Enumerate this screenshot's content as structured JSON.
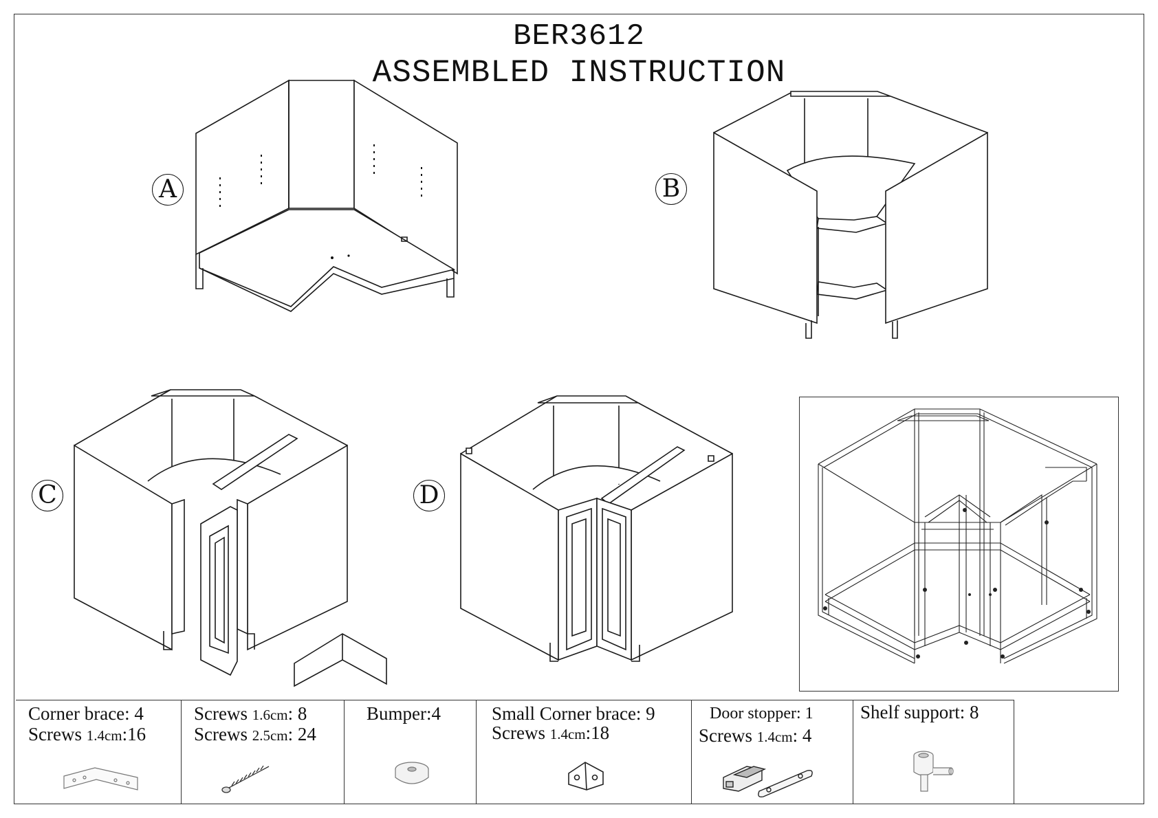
{
  "header": {
    "model": "BER3612",
    "title": "ASSEMBLED INSTRUCTION"
  },
  "steps": [
    {
      "id": "A",
      "label": "A"
    },
    {
      "id": "B",
      "label": "B"
    },
    {
      "id": "C",
      "label": "C"
    },
    {
      "id": "D",
      "label": "D"
    }
  ],
  "parts": [
    {
      "name": "corner-brace",
      "line1": {
        "text": "Corner brace: 4"
      },
      "line2": {
        "pre": "Screws ",
        "small": "1.4cm",
        "post": ":16"
      },
      "icon": "corner-brace-icon"
    },
    {
      "name": "screws",
      "line1": {
        "pre": "Screws ",
        "small": "1.6cm",
        "post": ": 8"
      },
      "line2": {
        "pre": "Screws ",
        "small": "2.5cm",
        "post": ": 24"
      },
      "icon": "screw-icon"
    },
    {
      "name": "bumper",
      "line1": {
        "text": "Bumper:4"
      },
      "icon": "bumper-icon"
    },
    {
      "name": "small-corner-brace",
      "line1": {
        "text": "Small Corner brace: 9"
      },
      "line2": {
        "pre": "Screws ",
        "small": "1.4cm",
        "post": ":18"
      },
      "icon": "small-corner-brace-icon"
    },
    {
      "name": "door-stopper",
      "line1": {
        "text": "Door stopper: 1"
      },
      "line2": {
        "pre": "Screws ",
        "small": "1.4cm",
        "post": ": 4"
      },
      "icon": "magnetic-catch-icon"
    },
    {
      "name": "shelf-support",
      "line1": {
        "text": "Shelf support: 8"
      },
      "icon": "shelf-support-icon"
    }
  ]
}
